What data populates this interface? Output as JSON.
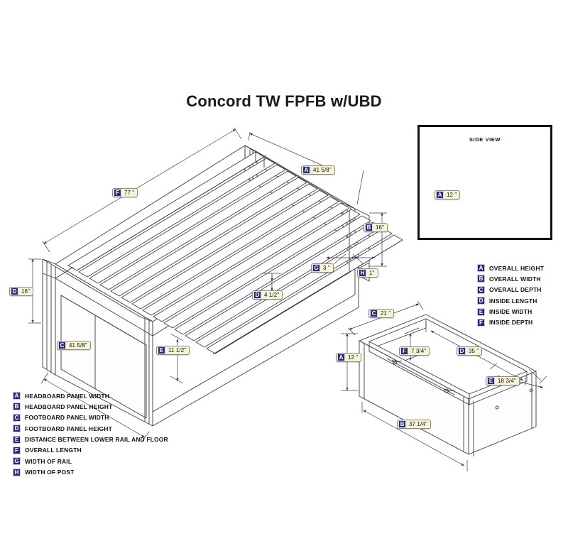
{
  "header": {
    "title": "Concord TW FPFB w/UBD"
  },
  "side_view": {
    "title": "SIDE VIEW",
    "callouts": [
      {
        "key": "A",
        "value": "12 \""
      }
    ]
  },
  "bed": {
    "callouts": [
      {
        "key": "F",
        "value": "77 \""
      },
      {
        "key": "A",
        "value": "41 5/8\""
      },
      {
        "key": "B",
        "value": "16\""
      },
      {
        "key": "G",
        "value": "3 \""
      },
      {
        "key": "H",
        "value": "1\""
      },
      {
        "key": "D",
        "value": "4 1/2\""
      },
      {
        "key": "D",
        "value": "16\""
      },
      {
        "key": "C",
        "value": "41 5/8\""
      },
      {
        "key": "E",
        "value": "11 1/2\""
      }
    ]
  },
  "drawer": {
    "callouts": [
      {
        "key": "C",
        "value": "21 \""
      },
      {
        "key": "A",
        "value": "12 \""
      },
      {
        "key": "F",
        "value": "7 3/4\""
      },
      {
        "key": "D",
        "value": "35 \""
      },
      {
        "key": "E",
        "value": "18 3/4\""
      },
      {
        "key": "B",
        "value": "37 1/4\""
      }
    ]
  },
  "legend_bed": {
    "items": [
      {
        "key": "A",
        "label": "HEADBOARD PANEL WIDTH"
      },
      {
        "key": "B",
        "label": "HEADBOARD PANEL HEIGHT"
      },
      {
        "key": "C",
        "label": "FOOTBOARD PANEL WIDTH"
      },
      {
        "key": "D",
        "label": "FOOTBOARD PANEL HEIGHT"
      },
      {
        "key": "E",
        "label": "DISTANCE BETWEEN LOWER RAIL AND FLOOR"
      },
      {
        "key": "F",
        "label": "OVERALL LENGTH"
      },
      {
        "key": "G",
        "label": "WIDTH OF RAIL"
      },
      {
        "key": "H",
        "label": "WIDTH OF POST"
      }
    ]
  },
  "legend_drawer": {
    "items": [
      {
        "key": "A",
        "label": "OVERALL HEIGHT"
      },
      {
        "key": "B",
        "label": "OVERALL WIDTH"
      },
      {
        "key": "C",
        "label": "OVERALL DEPTH"
      },
      {
        "key": "D",
        "label": "INSIDE LENGTH"
      },
      {
        "key": "E",
        "label": "INSIDE WIDTH"
      },
      {
        "key": "F",
        "label": "INSIDE DEPTH"
      }
    ]
  },
  "colors": {
    "line": "#3a3a4a",
    "chip_bg": "#f7f3d8",
    "key_bg": "#2b2b7a",
    "text": "#111111"
  }
}
